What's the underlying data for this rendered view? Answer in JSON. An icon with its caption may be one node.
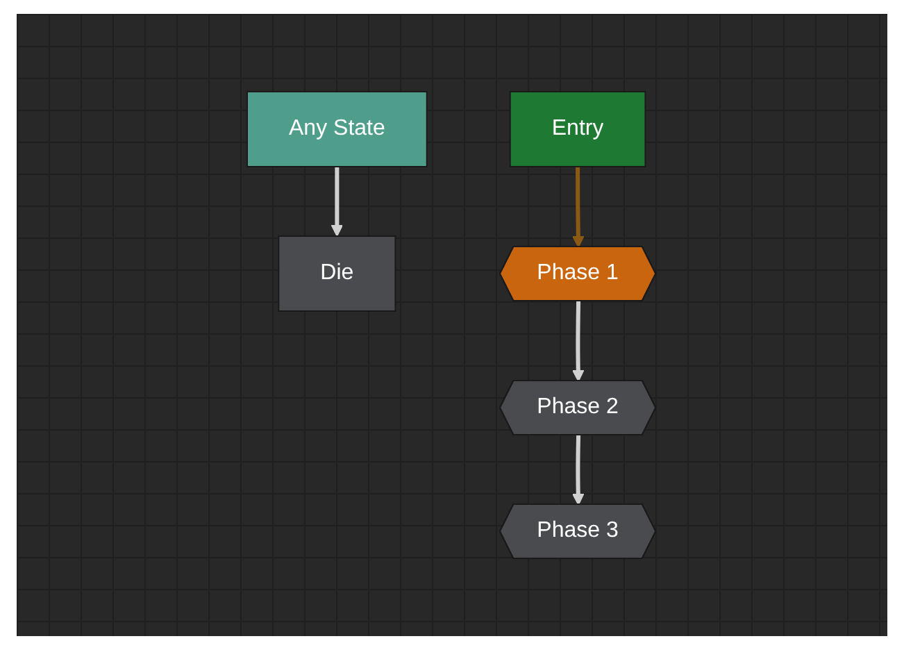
{
  "diagram": {
    "nodes": [
      {
        "text": [
          "Any State"
        ]
      },
      {
        "text": [
          "Entry"
        ]
      },
      {
        "text": [
          "Die"
        ]
      },
      {
        "text": [
          "Phase 1"
        ]
      },
      {
        "text": [
          "Phase 3"
        ]
      },
      {
        "text": [
          "Phase 2"
        ]
      }
    ],
    "edges": [
      {
        "from": 0,
        "to": 2,
        "arrow": "to"
      },
      {
        "from": 1,
        "to": 3,
        "arrow": "to",
        "color": "#8a5a14"
      },
      {
        "from": 3,
        "to": 5,
        "arrow": "to"
      },
      {
        "from": 5,
        "to": 4,
        "arrow": "to"
      }
    ]
  }
}
